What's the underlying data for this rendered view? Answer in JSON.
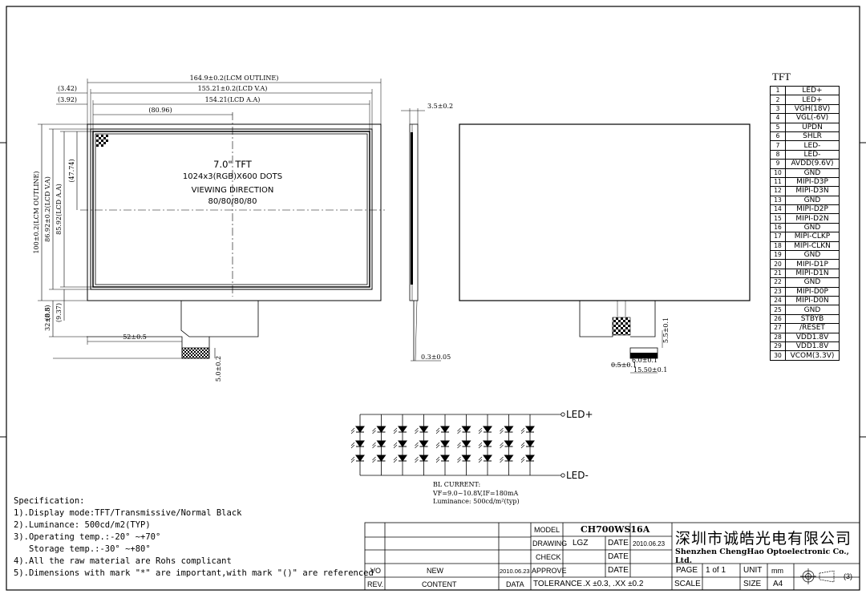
{
  "front_view": {
    "dims": {
      "lcm_outline_w": "164.9±0.2(LCM OUTLINE)",
      "lcm_va_w": "155.21±0.2(LCD V.A)",
      "lcm_aa_w": "154.21(LCD A.A)",
      "left_342": "(3.42)",
      "left_392": "(3.92)",
      "center_8096": "(80.96)",
      "height_outline": "100±0.2(LCM OUTLINE)",
      "height_va": "86.92±0.2(LCD V.A)",
      "height_aa": "85.92(LCD A.A)",
      "center_4774": "(47.74)",
      "fpc_w": "52±0.5",
      "fpc_h": "32±0.5",
      "d88": "(8.8)",
      "d937": "(9.37)",
      "fpc_tip": "5.0±0.2"
    },
    "title": "7.0\" TFT",
    "resolution": "1024x3(RGB)X600 DOTS",
    "viewing_label": "VIEWING DIRECTION",
    "viewing_value": "80/80/80/80"
  },
  "side_view": {
    "thickness": "3.5±0.2",
    "fpc_thickness": "0.3±0.05"
  },
  "back_view": {
    "d1": "0.5±0.1",
    "d2": "15.50±0.1",
    "d3": "5.5±0.1",
    "d4": "6.0±0.1"
  },
  "pin_table": {
    "title": "TFT",
    "pins": [
      {
        "no": "1",
        "sig": "LED+"
      },
      {
        "no": "2",
        "sig": "LED+"
      },
      {
        "no": "3",
        "sig": "VGH(18V)"
      },
      {
        "no": "4",
        "sig": "VGL(-6V)"
      },
      {
        "no": "5",
        "sig": "UPDN"
      },
      {
        "no": "6",
        "sig": "SHLR"
      },
      {
        "no": "7",
        "sig": "LED-"
      },
      {
        "no": "8",
        "sig": "LED-"
      },
      {
        "no": "9",
        "sig": "AVDD(9.6V)"
      },
      {
        "no": "10",
        "sig": "GND"
      },
      {
        "no": "11",
        "sig": "MIPI-D3P"
      },
      {
        "no": "12",
        "sig": "MIPI-D3N"
      },
      {
        "no": "13",
        "sig": "GND"
      },
      {
        "no": "14",
        "sig": "MIPI-D2P"
      },
      {
        "no": "15",
        "sig": "MIPI-D2N"
      },
      {
        "no": "16",
        "sig": "GND"
      },
      {
        "no": "17",
        "sig": "MIPI-CLKP"
      },
      {
        "no": "18",
        "sig": "MIPI-CLKN"
      },
      {
        "no": "19",
        "sig": "GND"
      },
      {
        "no": "20",
        "sig": "MIPI-D1P"
      },
      {
        "no": "21",
        "sig": "MIPI-D1N"
      },
      {
        "no": "22",
        "sig": "GND"
      },
      {
        "no": "23",
        "sig": "MIPI-D0P"
      },
      {
        "no": "24",
        "sig": "MIPI-D0N"
      },
      {
        "no": "25",
        "sig": "GND"
      },
      {
        "no": "26",
        "sig": "STBYB"
      },
      {
        "no": "27",
        "sig": "/RESET"
      },
      {
        "no": "28",
        "sig": "VDD1.8V"
      },
      {
        "no": "29",
        "sig": "VDD1.8V"
      },
      {
        "no": "30",
        "sig": "VCOM(3.3V)"
      }
    ]
  },
  "led_circuit": {
    "anode_label": "LED+",
    "cathode_label": "LED-",
    "strings": 9,
    "leds_per_string": 3,
    "bl_current": "BL CURRENT:",
    "vf": "VF=9.0~10.8V,IF=180mA",
    "luminance": "Luminance: 500cd/m²(typ)"
  },
  "spec": {
    "title": "Specification:",
    "lines": [
      "1).Display mode:TFT/Transmissive/Normal Black",
      "2).Luminance: 500cd/m2(TYP)",
      "3).Operating temp.:-20° ~+70°",
      "   Storage temp.:-30° ~+80°",
      "4).All the raw material are Rohs complicant",
      "5).Dimensions with mark \"*\" are important,with mark \"()\" are referenced"
    ]
  },
  "title_block": {
    "model_label": "MODEL",
    "model_value": "CH700WS16A",
    "drawing_label": "DRAWING",
    "drawing_value": "LGZ",
    "date_label": "DATE",
    "drawing_date": "2010.06.23",
    "check_label": "CHECK",
    "approve_label": "APPROVE",
    "vo": "VO",
    "rev": "REV.",
    "new": "NEW",
    "content": "CONTENT",
    "rev_date": "2010.06.23",
    "data_label": "DATA",
    "tolerance_label": "TOLERANCE",
    "tolerance_value": ".X ±0.3, .XX ±0.2",
    "page_label": "PAGE",
    "page_value": "1 of 1",
    "unit_label": "UNIT",
    "unit_value": "mm",
    "scale_label": "SCALE",
    "size_label": "SIZE",
    "size_value": "A4",
    "projection": "(3)",
    "company_cn": "深圳市诚皓光电有限公司",
    "company_en": "Shenzhen ChengHao Optoelectronic Co., Ltd."
  }
}
